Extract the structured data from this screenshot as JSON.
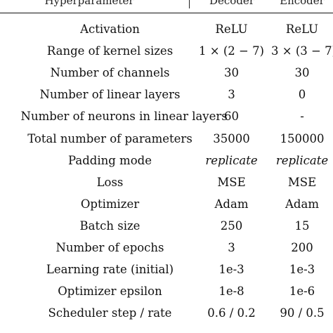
{
  "header": {
    "col1": "Hyperparameter",
    "col2": "Decoder",
    "col3": "Encoder"
  },
  "rows": [
    {
      "name": "Activation",
      "decoder": "ReLU",
      "encoder": "ReLU",
      "italic": false
    },
    {
      "name": "Range of kernel sizes",
      "decoder": "1 × (2 − 7)",
      "encoder": "3 × (3 − 7)",
      "italic": false
    },
    {
      "name": "Number of channels",
      "decoder": "30",
      "encoder": "30",
      "italic": false
    },
    {
      "name": "Number of linear layers",
      "decoder": "3",
      "encoder": "0",
      "italic": false
    },
    {
      "name": "Number of neurons in linear layers",
      "decoder": "60",
      "encoder": "-",
      "italic": false
    },
    {
      "name": "Total number of parameters",
      "decoder": "35000",
      "encoder": "150000",
      "italic": false
    },
    {
      "name": "Padding mode",
      "decoder": "replicate",
      "encoder": "replicate",
      "italic": true
    },
    {
      "name": "Loss",
      "decoder": "MSE",
      "encoder": "MSE",
      "italic": false
    },
    {
      "name": "Optimizer",
      "decoder": "Adam",
      "encoder": "Adam",
      "italic": false
    },
    {
      "name": "Batch size",
      "decoder": "250",
      "encoder": "15",
      "italic": false
    },
    {
      "name": "Number of epochs",
      "decoder": "3",
      "encoder": "200",
      "italic": false
    },
    {
      "name": "Learning rate (initial)",
      "decoder": "1e-3",
      "encoder": "1e-3",
      "italic": false
    },
    {
      "name": "Optimizer epsilon",
      "decoder": "1e-8",
      "encoder": "1e-6",
      "italic": false
    },
    {
      "name": "Scheduler step / rate",
      "decoder": "0.6 / 0.2",
      "encoder": "90 / 0.5",
      "italic": false
    }
  ]
}
